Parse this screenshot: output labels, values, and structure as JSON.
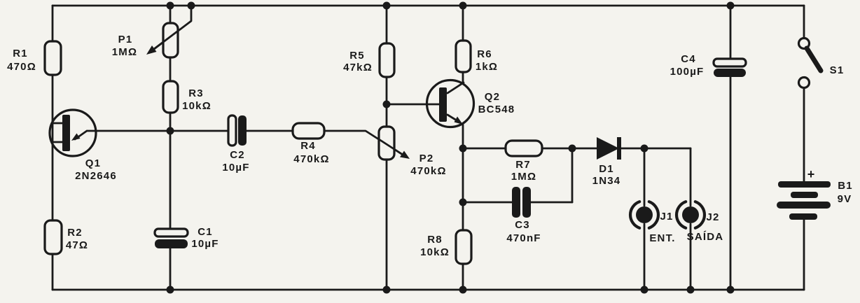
{
  "schematic_type": "electronic-circuit",
  "colors": {
    "ink": "#1a1a1a",
    "paper": "#f4f3ee"
  },
  "components": {
    "R1": {
      "ref": "R1",
      "value": "470Ω"
    },
    "R2": {
      "ref": "R2",
      "value": "47Ω"
    },
    "R3": {
      "ref": "R3",
      "value": "10kΩ"
    },
    "R4": {
      "ref": "R4",
      "value": "470kΩ"
    },
    "R5": {
      "ref": "R5",
      "value": "47kΩ"
    },
    "R6": {
      "ref": "R6",
      "value": "1kΩ"
    },
    "R7": {
      "ref": "R7",
      "value": "1MΩ"
    },
    "R8": {
      "ref": "R8",
      "value": "10kΩ"
    },
    "P1": {
      "ref": "P1",
      "value": "1MΩ"
    },
    "P2": {
      "ref": "P2",
      "value": "470kΩ"
    },
    "C1": {
      "ref": "C1",
      "value": "10µF"
    },
    "C2": {
      "ref": "C2",
      "value": "10µF"
    },
    "C3": {
      "ref": "C3",
      "value": "470nF"
    },
    "C4": {
      "ref": "C4",
      "value": "100µF"
    },
    "Q1": {
      "ref": "Q1",
      "value": "2N2646"
    },
    "Q2": {
      "ref": "Q2",
      "value": "BC548"
    },
    "D1": {
      "ref": "D1",
      "value": "1N34"
    },
    "J1": {
      "ref": "J1",
      "value": "ENT."
    },
    "J2": {
      "ref": "J2",
      "value": "SAÍDA"
    },
    "S1": {
      "ref": "S1"
    },
    "B1": {
      "ref": "B1",
      "value": "9V",
      "polarity": "+"
    }
  }
}
